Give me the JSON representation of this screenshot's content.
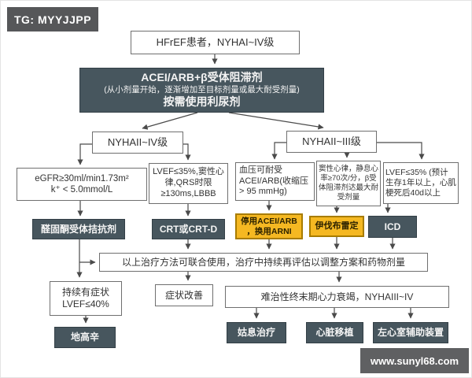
{
  "badge": {
    "label": "TG: MYYJJPP"
  },
  "watermark": {
    "label": "www.sunyl68.com"
  },
  "colors": {
    "dark_box": "#47565e",
    "orange_box": "#f5b822",
    "orange_border": "#a87c00",
    "badge_bg": "#565759",
    "line": "#4a4a4a"
  },
  "flowchart": {
    "start": {
      "label": "HFrEF患者，NYHAI~IV级"
    },
    "main_therapy": {
      "line1": "ACEI/ARB+β受体阻滞剂",
      "line2": "(从小剂量开始，逐渐增加至目标剂量或最大耐受剂量)",
      "line3": "按需使用利尿剂"
    },
    "branch_left": {
      "label": "NYHAII~IV级"
    },
    "branch_right": {
      "label": "NYHAII~III级"
    },
    "criteria": {
      "egfr": {
        "line1": "eGFR≥30ml/min1.73m²",
        "line2": "k⁺ < 5.0mmol/L"
      },
      "lvef_crt": {
        "text": "LVEF≤35%,窦性心律,QRS时限≥130ms,LBBB"
      },
      "bp": {
        "text": "血压可耐受ACEI/ARB(收缩压 > 95 mmHg)"
      },
      "sinus": {
        "text": "窦性心律，静息心率≥70次/分，β受体阻滞剂达最大耐受剂量"
      },
      "lvef_icd": {
        "text": "LVEF≤35% (预计生存1年以上，心肌梗死后40d以上"
      }
    },
    "actions": {
      "mra": {
        "label": "醛固酮受体拮抗剂"
      },
      "crt": {
        "label": "CRT或CRT-D"
      },
      "arni": {
        "line1": "停用ACEI/ARB",
        "line2": "，换用ARNI"
      },
      "ivabradine": {
        "label": "伊伐布雷定"
      },
      "icd": {
        "label": "ICD"
      }
    },
    "combine": {
      "label": "以上治疗方法可联合使用，治疗中持续再评估以调整方案和药物剂量"
    },
    "persistent": {
      "line1": "持续有症状",
      "line2": "LVEF≤40%"
    },
    "improved": {
      "label": "症状改善"
    },
    "refractory": {
      "label": "难治性终末期心力衰竭，NYHAIII~IV"
    },
    "digoxin": {
      "label": "地高辛"
    },
    "palliative": {
      "label": "姑息治疗"
    },
    "transplant": {
      "label": "心脏移植"
    },
    "lvad": {
      "label": "左心室辅助装置"
    }
  }
}
